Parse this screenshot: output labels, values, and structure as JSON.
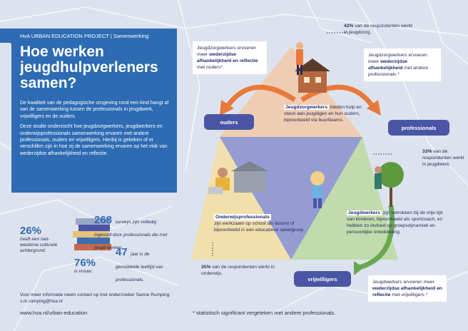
{
  "header": {
    "project": "HvA URBAN EDUCATION PROJECT | Samenwerking"
  },
  "title": "Hoe werken jeugdhulpverleners samen?",
  "intro": {
    "p1": "De kwaliteit van de pedagogische omgeving rond een kind hangt af van de samenwerking tussen de professionals in jeugdwerk, vrijwilligers en de ouders.",
    "p2": "Deze studie onderzocht hoe jeugdzorgwerkers, jeugdwerkers en onderwijsprofessionals samenwerking ervaren met andere professionals, ouders en vrijwilligers. Hierbij is gekeken of er verschillen zijn in hoe zij de samenwerking ervaren op het vlak van wederzijdse afhankelijkheid en reflectie."
  },
  "stats": {
    "s1_num": "268",
    "s1_txt": "surveys zijn volledig ingevuld door professionals die met jeugd werken.",
    "s2_num": "26%",
    "s2_txt": "heeft een niet-westerse culturele achtergrond.",
    "s3_num": "47",
    "s3_txt": "jaar is de gemiddelde leeftijd van professionals.",
    "s4_num": "76%",
    "s4_txt": "is vrouw."
  },
  "contact": {
    "line1": "Voor meer informatie neem contact op met onderzoeker Sanne Rumping:",
    "line2": "s.m.rumping@hva.nl"
  },
  "footer": {
    "url": "www.hva.nl/urban-education",
    "note": "* statistisch significant vergeleken met andere professionals."
  },
  "nodes": {
    "ouders": "ouders",
    "professionals": "professionals",
    "vrijwilligers": "vrijwilligers"
  },
  "boxes": {
    "top_left": {
      "pre": "Jeugdzorgwerkers ervoeren meer ",
      "bold": "wederzijdse afhankelijkheid en reflectie",
      "post": " met ouders*."
    },
    "top_right": {
      "pre": "Jeugdzorgwerkers ervoeren meer ",
      "bold": "wederzijdse afhankelijkheid",
      "post": " met andere professionals *"
    },
    "bottom_right": {
      "pre": "Jeugdwerkers ervoeren meer ",
      "bold": "wederzijdse afhankelijkheid en reflectie",
      "post": " met vrijwilligers *"
    }
  },
  "roles": {
    "jz": {
      "head": "Jeugdzorgwerkers",
      "text": " bieden hulp en steun aan jeugdigen en hun ouders, bijvoorbeeld via buurtteams."
    },
    "op": {
      "head": "Onderwijsprofessionals",
      "text": "zijn werkzaam op school als docent of bijvoorbeeld in een educatieve speelgroep."
    },
    "jw": {
      "head": "Jeugdwerkers",
      "text": " zijn betrokken bij de vrije tijd van kinderen, bijvoorbeeld als sportcoach, en hebben zo invloed op groepsdynamiek en persoonlijke ontwikkeling."
    }
  },
  "percents": {
    "p42": "42%",
    "p42_txt": " van de respondenten werkt in jeugdzorg.",
    "p33": "33%",
    "p33_txt": " van de respondenten werkt in jeugdwerk.",
    "p25": "25%",
    "p25_txt": " van de respondenten werkt in onderwijs."
  },
  "colors": {
    "blue": "#2d6bb3",
    "orange": "#e8793a",
    "green": "#6aa84f",
    "purple": "#4a56a5"
  }
}
